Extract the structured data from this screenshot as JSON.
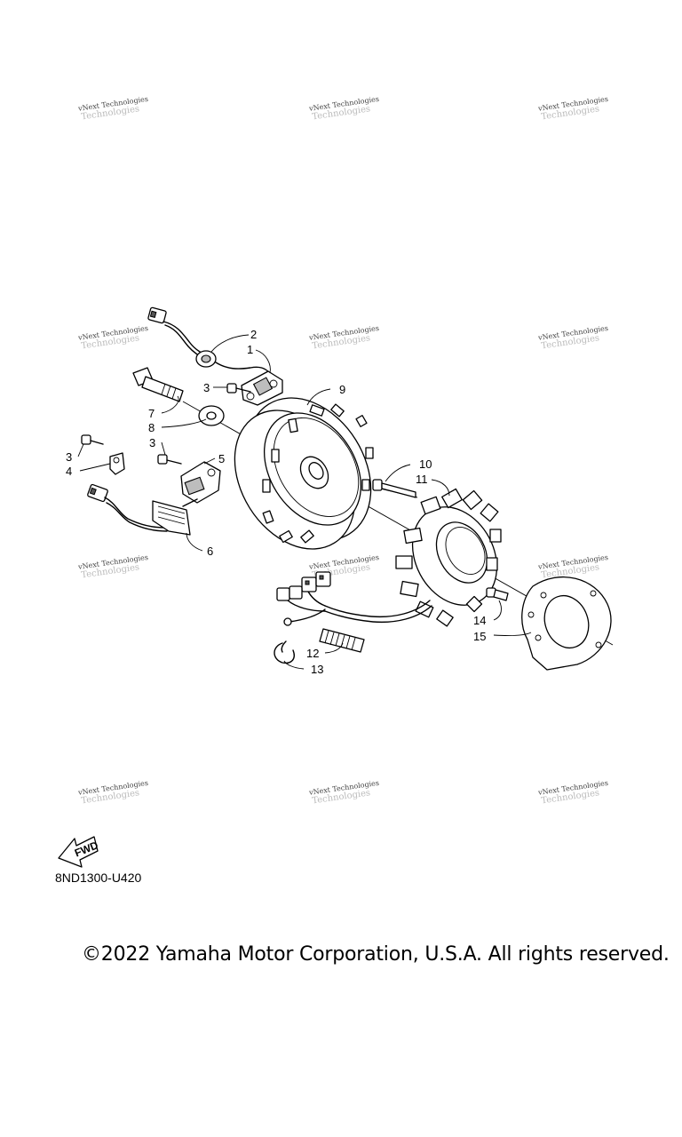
{
  "watermark": {
    "line1": "vNext Technologies",
    "line2": "Technologies"
  },
  "callouts": {
    "c1": "1",
    "c2": "2",
    "c3a": "3",
    "c3b": "3",
    "c3c": "3",
    "c4": "4",
    "c5": "5",
    "c6": "6",
    "c7": "7",
    "c8": "8",
    "c9": "9",
    "c10": "10",
    "c11": "11",
    "c12": "12",
    "c13": "13",
    "c14": "14",
    "c15": "15"
  },
  "fwd_label": "FWD",
  "diagram_code": "8ND1300-U420",
  "copyright": "©2022 Yamaha Motor Corporation, U.S.A. All rights reserved."
}
